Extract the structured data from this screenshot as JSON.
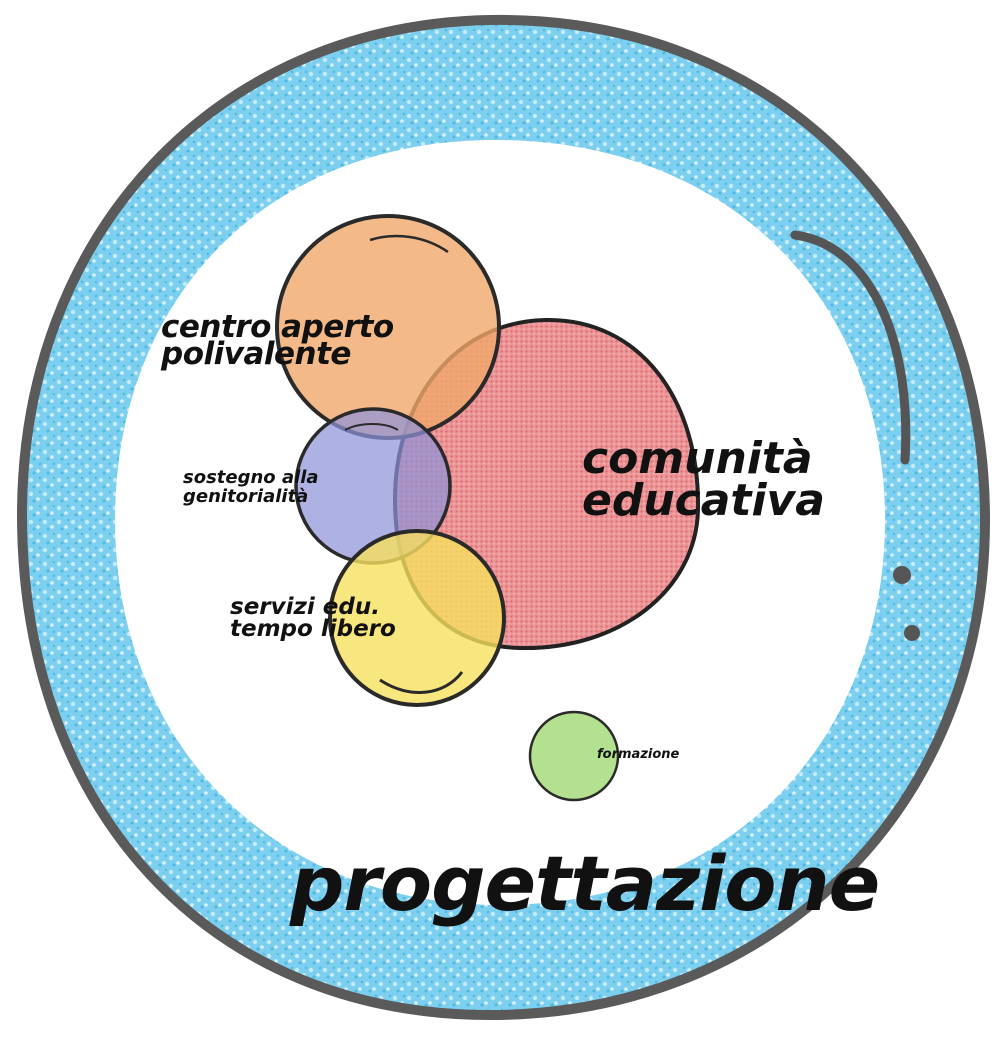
{
  "diagram": {
    "outer_label": "progettazione",
    "circles": [
      {
        "id": "centro-aperto",
        "lines": [
          "centro aperto",
          "polivalente"
        ],
        "color": "#f0a86a"
      },
      {
        "id": "comunita-educativa",
        "lines": [
          "comunità",
          "educativa"
        ],
        "color": "#e97a7f"
      },
      {
        "id": "sostegno",
        "lines": [
          "sostegno alla",
          "genitorialità"
        ],
        "color": "#8f93d8"
      },
      {
        "id": "servizi",
        "lines": [
          "servizi edu.",
          "tempo libero"
        ],
        "color": "#f6e05e"
      },
      {
        "id": "formazione",
        "lines": [
          "formazione"
        ],
        "color": "#a6dc7c"
      }
    ],
    "colors": {
      "outer_ring": "#5fc6ea",
      "outer_ring_light": "#a9e0f3",
      "outline": "#2a2a2a",
      "outer_outline": "#555555"
    }
  }
}
